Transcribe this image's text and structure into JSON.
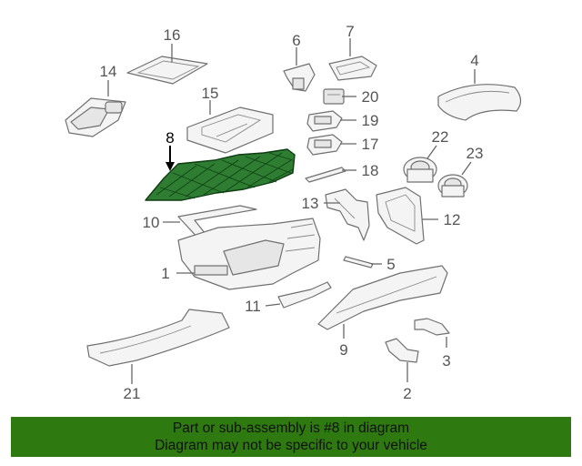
{
  "diagram": {
    "highlighted_part": "8",
    "highlight_color": "#2f7d32",
    "callouts": [
      {
        "id": "1",
        "label": "1"
      },
      {
        "id": "2",
        "label": "2"
      },
      {
        "id": "3",
        "label": "3"
      },
      {
        "id": "4",
        "label": "4"
      },
      {
        "id": "5",
        "label": "5"
      },
      {
        "id": "6",
        "label": "6"
      },
      {
        "id": "7",
        "label": "7"
      },
      {
        "id": "8",
        "label": "8"
      },
      {
        "id": "9",
        "label": "9"
      },
      {
        "id": "10",
        "label": "10"
      },
      {
        "id": "11",
        "label": "11"
      },
      {
        "id": "12",
        "label": "12"
      },
      {
        "id": "13",
        "label": "13"
      },
      {
        "id": "14",
        "label": "14"
      },
      {
        "id": "15",
        "label": "15"
      },
      {
        "id": "16",
        "label": "16"
      },
      {
        "id": "17",
        "label": "17"
      },
      {
        "id": "18",
        "label": "18"
      },
      {
        "id": "19",
        "label": "19"
      },
      {
        "id": "20",
        "label": "20"
      },
      {
        "id": "21",
        "label": "21"
      },
      {
        "id": "22",
        "label": "22"
      },
      {
        "id": "23",
        "label": "23"
      }
    ]
  },
  "banner": {
    "line1": "Part or sub-assembly is #8 in diagram",
    "line2": "Diagram may not be specific to your vehicle",
    "background_color": "#2e7a10"
  }
}
